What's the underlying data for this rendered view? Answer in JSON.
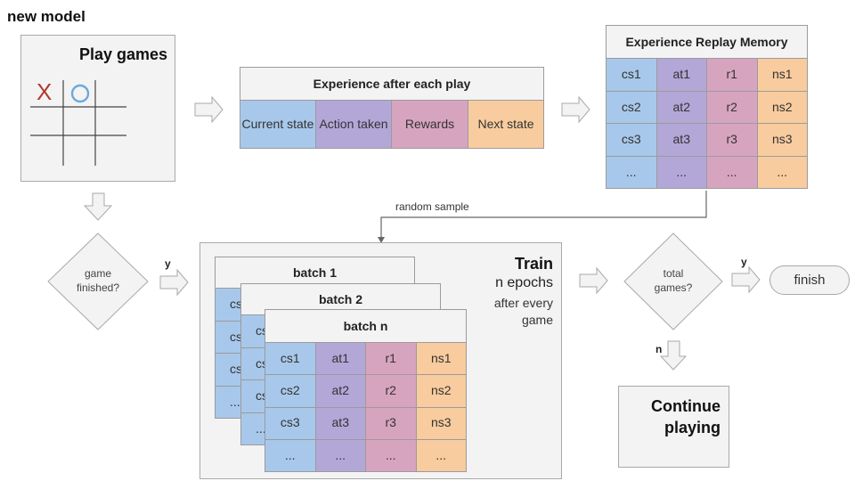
{
  "title": "new model",
  "play_games": {
    "label": "Play games",
    "x_mark": "X"
  },
  "experience": {
    "header": "Experience after each play",
    "cells": [
      "Current state",
      "Action taken",
      "Rewards",
      "Next state"
    ]
  },
  "replay_memory": {
    "header": "Experience Replay Memory",
    "rows": [
      [
        "cs1",
        "at1",
        "r1",
        "ns1"
      ],
      [
        "cs2",
        "at2",
        "r2",
        "ns2"
      ],
      [
        "cs3",
        "at3",
        "r3",
        "ns3"
      ],
      [
        "...",
        "...",
        "...",
        "..."
      ]
    ]
  },
  "random_sample": "random sample",
  "decision_game": "game finished?",
  "decision_total": "total games?",
  "yes": "y",
  "no": "n",
  "train": {
    "title": "Train",
    "epochs": "n epochs",
    "after": "after every game"
  },
  "batches": {
    "batch1": "batch 1",
    "batch2": "batch 2",
    "batchn": "batch n",
    "stub_rows": [
      "cs",
      "cs",
      "cs",
      "..."
    ],
    "rows": [
      [
        "cs1",
        "at1",
        "r1",
        "ns1"
      ],
      [
        "cs2",
        "at2",
        "r2",
        "ns2"
      ],
      [
        "cs3",
        "at3",
        "r3",
        "ns3"
      ],
      [
        "...",
        "...",
        "...",
        "..."
      ]
    ]
  },
  "finish": "finish",
  "continue": "Continue playing",
  "colors": {
    "state": "#a7c8ea",
    "action": "#b3a7d8",
    "reward": "#d7a4c0",
    "next_state": "#f8cc9e",
    "x_mark": "#b03a2e",
    "o_mark": "#6fa8dc"
  }
}
